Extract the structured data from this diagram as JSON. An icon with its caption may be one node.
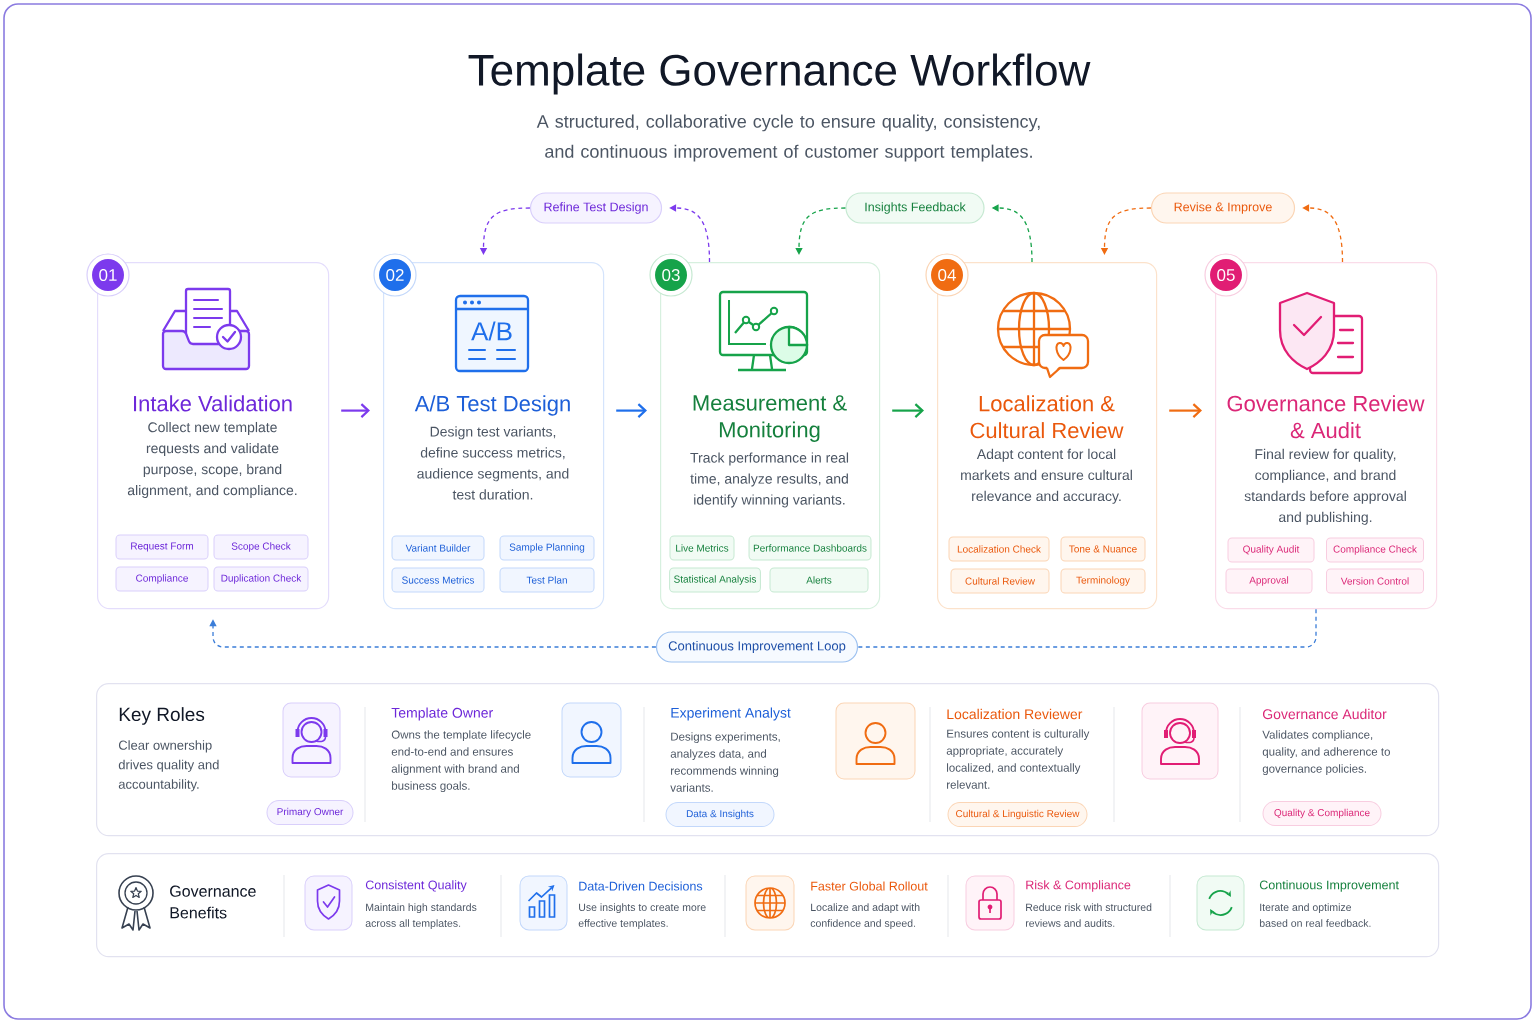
{
  "diagram": {
    "title": "Template Governance Workflow",
    "caption": "A structured, collaborative cycle to ensure quality, consistency, and continuous improvement of customer support templates.",
    "nodes": [
      {
        "text": [
          "Refine Test Design"
        ]
      },
      {
        "text": [
          "Insights Feedback"
        ]
      },
      {
        "text": [
          "Revise & Improve"
        ]
      },
      {
        "text": [
          "01"
        ]
      },
      {
        "text": [
          "Intake Validation",
          "Collect new template requests and validate purpose, scope, brand alignment, and compliance."
        ]
      },
      {
        "text": [
          "Request Form"
        ],
        "in": 4
      },
      {
        "text": [
          "Scope Check"
        ],
        "in": 4
      },
      {
        "text": [
          "Compliance"
        ],
        "in": 4
      },
      {
        "text": [
          "Duplication Check"
        ],
        "in": 4
      },
      {
        "text": [
          "02"
        ]
      },
      {
        "text": [
          "A/B Test Design",
          "Design test variants, define success metrics, audience segments, and test duration."
        ]
      },
      {
        "text": [
          "Variant Builder"
        ],
        "in": 10
      },
      {
        "text": [
          "Sample Planning"
        ],
        "in": 10
      },
      {
        "text": [
          "Success Metrics"
        ],
        "in": 10
      },
      {
        "text": [
          "Test Plan"
        ],
        "in": 10
      },
      {
        "text": [
          "03"
        ]
      },
      {
        "text": [
          "Measurement & Monitoring",
          "Track performance in real time, analyze results, and identify winning variants."
        ]
      },
      {
        "text": [
          "Live Metrics"
        ],
        "in": 16
      },
      {
        "text": [
          "Performance Dashboards"
        ],
        "in": 16
      },
      {
        "text": [
          "Statistical Analysis"
        ],
        "in": 16
      },
      {
        "text": [
          "Alerts"
        ],
        "in": 16
      },
      {
        "text": [
          "04"
        ]
      },
      {
        "text": [
          "Localization & Cultural Review",
          "Adapt content for local markets and ensure cultural relevance and accuracy."
        ]
      },
      {
        "text": [
          "Localization Check"
        ],
        "in": 22
      },
      {
        "text": [
          "Tone & Nuance"
        ],
        "in": 22
      },
      {
        "text": [
          "Cultural Review"
        ],
        "in": 22
      },
      {
        "text": [
          "Terminology"
        ],
        "in": 22
      },
      {
        "text": [
          "05"
        ]
      },
      {
        "text": [
          "Governance Review & Audit",
          "Final review for quality, compliance, and brand standards before approval and publishing."
        ]
      },
      {
        "text": [
          "Quality Audit"
        ],
        "in": 28
      },
      {
        "text": [
          "Compliance Check"
        ],
        "in": 28
      },
      {
        "text": [
          "Approval"
        ],
        "in": 28
      },
      {
        "text": [
          "Version Control"
        ],
        "in": 28
      },
      {
        "text": [
          "Continuous Improvement Loop"
        ]
      },
      {
        "text": [
          "Key Roles",
          "Clear ownership drives quality and accountability."
        ]
      },
      {
        "text": [
          "Primary Owner"
        ],
        "in": 34
      },
      {
        "text": [
          "Data & Insights"
        ],
        "in": 34
      },
      {
        "text": [
          "Cultural & Linguistic Review"
        ],
        "in": 34
      },
      {
        "text": [
          "Quality & Compliance"
        ],
        "in": 34
      },
      {
        "text": [
          "Governance Benefits"
        ]
      }
    ],
    "edges": [
      {
        "from": 4,
        "to": 10,
        "arrow": "to",
        "color": "#7c3aed"
      },
      {
        "from": 10,
        "to": 16,
        "arrow": "to",
        "color": "#1f6feb"
      },
      {
        "from": 16,
        "to": 22,
        "arrow": "to",
        "color": "#16a34a"
      },
      {
        "from": 22,
        "to": 28,
        "arrow": "to",
        "color": "#f06c12"
      },
      {
        "from": 16,
        "to": 0,
        "arrow": "to",
        "style": "dashed",
        "color": "#7c3aed"
      },
      {
        "from": 0,
        "to": 10,
        "arrow": "to",
        "style": "dashed",
        "color": "#7c3aed"
      },
      {
        "from": 22,
        "to": 1,
        "arrow": "to",
        "style": "dashed",
        "color": "#16a34a"
      },
      {
        "from": 1,
        "to": 16,
        "arrow": "to",
        "style": "dashed",
        "color": "#16a34a"
      },
      {
        "from": 28,
        "to": 2,
        "arrow": "to",
        "style": "dashed",
        "color": "#f06c12"
      },
      {
        "from": 2,
        "to": 22,
        "arrow": "to",
        "style": "dashed",
        "color": "#f06c12"
      },
      {
        "from": 28,
        "to": 33,
        "arrow": "none",
        "style": "dashed",
        "color": "#3b7dd8"
      },
      {
        "from": 33,
        "to": 4,
        "arrow": "to",
        "style": "dashed",
        "color": "#3b7dd8"
      }
    ],
    "labels": [
      "A/B",
      "Template Owner",
      "Owns the template lifecycle end-to-end and ensures alignment with brand and business goals.",
      "Experiment Analyst",
      "Designs experiments, analyzes data, and recommends winning variants.",
      "Localization Reviewer",
      "Ensures content is culturally appropriate, accurately localized, and contextually relevant.",
      "Governance Auditor",
      "Validates compliance, quality, and adherence to governance policies.",
      "Consistent Quality",
      "Maintain high standards across all templates.",
      "Data-Driven Decisions",
      "Use insights to create more effective templates.",
      "Faster Global Rollout",
      "Localize and adapt with confidence and speed.",
      "Risk & Compliance",
      "Reduce risk with structured reviews and audits.",
      "Continuous Improvement",
      "Iterate and optimize based on real feedback."
    ]
  }
}
